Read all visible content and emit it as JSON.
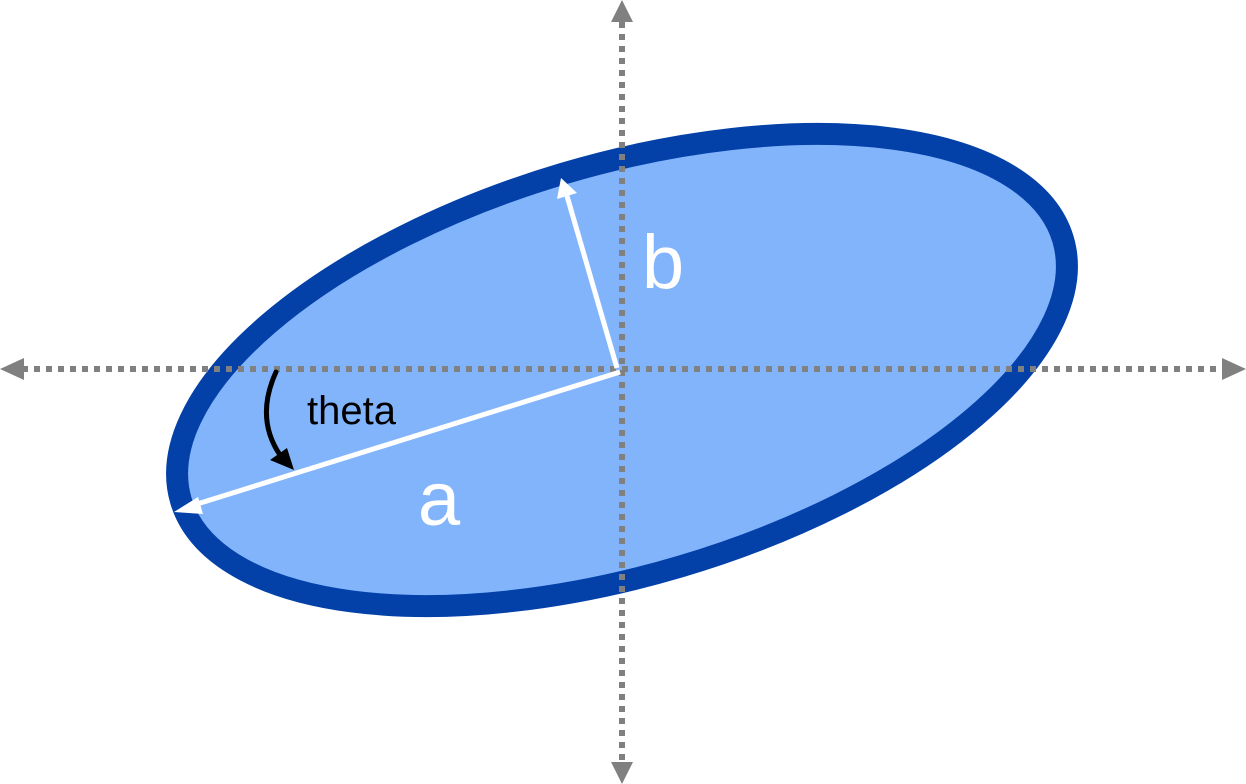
{
  "diagram": {
    "labels": {
      "semi_major": "a",
      "semi_minor": "b",
      "angle": "theta"
    },
    "colors": {
      "ellipse_fill": "#82b4fc",
      "ellipse_stroke": "#0341a8",
      "axis_lines": "#808080",
      "vector_arrows": "#ffffff",
      "angle_arrow": "#000000",
      "angle_label": "#000000"
    },
    "icons": {
      "axis_arrowheads": "triangle-arrow-icon",
      "angle_indicator": "curved-arrow-icon"
    }
  }
}
